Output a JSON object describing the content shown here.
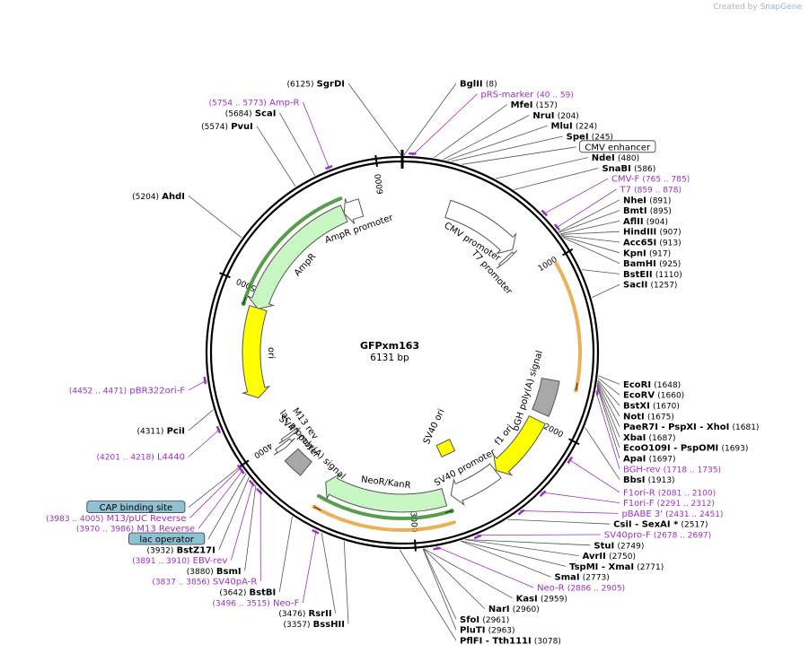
{
  "header": {
    "credit": "Created by",
    "brand": "SnapGene"
  },
  "plasmid": {
    "name": "GFPxm163",
    "length_label": "6131 bp",
    "length": 6131
  },
  "colors": {
    "primer": "#9b30c8",
    "enzyme": "#000000",
    "amp": "#c9f7c3",
    "ori": "#ffff00",
    "neo": "#c9f7c3",
    "fill_grey": "#a8a8a8",
    "orf_orange": "#e8a23c",
    "orf_green": "#3a8d2c",
    "box_blue": "#8fc1d3"
  },
  "ticks": [
    {
      "bp": 1000,
      "label": "1000"
    },
    {
      "bp": 2000,
      "label": "2000"
    },
    {
      "bp": 3000,
      "label": "3000"
    },
    {
      "bp": 4000,
      "label": "4000"
    },
    {
      "bp": 5000,
      "label": "5000"
    },
    {
      "bp": 6000,
      "label": "6000"
    }
  ],
  "features": [
    {
      "name": "AmpR promoter",
      "label": "AmpR promoter",
      "start": 5745,
      "end": 5860,
      "dir": -1,
      "fill": "#ffffff",
      "ring": 0
    },
    {
      "name": "AmpR",
      "label": "AmpR",
      "start": 4885,
      "end": 5745,
      "dir": -1,
      "fill": "#c9f7c3",
      "ring": 0
    },
    {
      "name": "ori",
      "label": "ori",
      "start": 4300,
      "end": 4890,
      "dir": -1,
      "fill": "#ffff00",
      "ring": 0
    },
    {
      "name": "CMV promoter",
      "label": "CMV promoter",
      "start": 300,
      "end": 800,
      "dir": 1,
      "fill": "#ffffff",
      "ring": 0
    },
    {
      "name": "T7 promoter",
      "label": "T7 promoter",
      "start": 810,
      "end": 830,
      "dir": 1,
      "fill": "#ffffff",
      "ring": 1
    },
    {
      "name": "bGH poly(A) signal",
      "label": "bGH poly(A) signal",
      "start": 1710,
      "end": 1935,
      "dir": 0,
      "fill": "#a8a8a8",
      "ring": 0
    },
    {
      "name": "f1 ori",
      "label": "f1 ori",
      "start": 1985,
      "end": 2410,
      "dir": 1,
      "fill": "#ffff00",
      "ring": 0
    },
    {
      "name": "SV40 promoter",
      "label": "SV40 promoter",
      "start": 2415,
      "end": 2745,
      "dir": 1,
      "fill": "#ffffff",
      "ring": 0
    },
    {
      "name": "SV40 ori",
      "label": "SV40 ori",
      "start": 2590,
      "end": 2725,
      "dir": 0,
      "fill": "#ffff00",
      "ring": 3
    },
    {
      "name": "NeoR/KanR",
      "label": "NeoR/KanR",
      "start": 2790,
      "end": 3585,
      "dir": 1,
      "fill": "#c9f7c3",
      "ring": 0
    },
    {
      "name": "SV40 poly(A) signal",
      "label": "SV40 poly(A) signal",
      "start": 3740,
      "end": 3870,
      "dir": 0,
      "fill": "#a8a8a8",
      "ring": 0
    },
    {
      "name": "lac promoter",
      "label": "lac promoter",
      "start": 3930,
      "end": 3960,
      "dir": -1,
      "fill": "#ffffff",
      "ring": 0
    },
    {
      "name": "M13 rev",
      "label": "M13 rev",
      "start": 3970,
      "end": 3990,
      "dir": -1,
      "fill": "#ffffff",
      "ring": 1
    }
  ],
  "orfs": [
    {
      "start": 1020,
      "end": 1740,
      "dir": 1,
      "color": "#e8a23c"
    },
    {
      "start": 2775,
      "end": 3570,
      "dir": 1,
      "color": "#e8a23c"
    },
    {
      "start": 5760,
      "end": 4890,
      "dir": -1,
      "color": "#3a8d2c"
    },
    {
      "start": 3580,
      "end": 2770,
      "dir": -1,
      "color": "#3a8d2c"
    }
  ],
  "labels": [
    {
      "name": "BglII",
      "pos": "(8)",
      "bp": 8,
      "type": "enzyme"
    },
    {
      "name": "SgrDI",
      "pos": "(6125)",
      "bp": 6125,
      "type": "enzyme"
    },
    {
      "name": "pRS-marker",
      "pos": "(40 .. 59)",
      "bp": 50,
      "type": "primer"
    },
    {
      "name": "MfeI",
      "pos": "(157)",
      "bp": 157,
      "type": "enzyme"
    },
    {
      "name": "NruI",
      "pos": "(204)",
      "bp": 204,
      "type": "enzyme"
    },
    {
      "name": "MluI",
      "pos": "(224)",
      "bp": 224,
      "type": "enzyme"
    },
    {
      "name": "SpeI",
      "pos": "(245)",
      "bp": 245,
      "type": "enzyme"
    },
    {
      "name": "CMV enhancer",
      "pos": "",
      "bp": 300,
      "type": "box"
    },
    {
      "name": "NdeI",
      "pos": "(480)",
      "bp": 480,
      "type": "enzyme"
    },
    {
      "name": "SnaBI",
      "pos": "(586)",
      "bp": 586,
      "type": "enzyme"
    },
    {
      "name": "CMV-F",
      "pos": "(765 .. 785)",
      "bp": 775,
      "type": "primer"
    },
    {
      "name": "T7",
      "pos": "(859 .. 878)",
      "bp": 868,
      "type": "primer"
    },
    {
      "name": "NheI",
      "pos": "(891)",
      "bp": 891,
      "type": "enzyme"
    },
    {
      "name": "BmtI",
      "pos": "(895)",
      "bp": 895,
      "type": "enzyme"
    },
    {
      "name": "AflII",
      "pos": "(904)",
      "bp": 904,
      "type": "enzyme"
    },
    {
      "name": "HindIII",
      "pos": "(907)",
      "bp": 907,
      "type": "enzyme"
    },
    {
      "name": "Acc65I",
      "pos": "(913)",
      "bp": 913,
      "type": "enzyme"
    },
    {
      "name": "KpnI",
      "pos": "(917)",
      "bp": 917,
      "type": "enzyme"
    },
    {
      "name": "BamHI",
      "pos": "(925)",
      "bp": 925,
      "type": "enzyme"
    },
    {
      "name": "BstEII",
      "pos": "(1110)",
      "bp": 1110,
      "type": "enzyme"
    },
    {
      "name": "SacII",
      "pos": "(1257)",
      "bp": 1257,
      "type": "enzyme"
    },
    {
      "name": "EcoRI",
      "pos": "(1648)",
      "bp": 1648,
      "type": "enzyme"
    },
    {
      "name": "EcoRV",
      "pos": "(1660)",
      "bp": 1660,
      "type": "enzyme"
    },
    {
      "name": "BstXI",
      "pos": "(1670)",
      "bp": 1670,
      "type": "enzyme"
    },
    {
      "name": "NotI",
      "pos": "(1675)",
      "bp": 1675,
      "type": "enzyme"
    },
    {
      "name": "PaeR7I - PspXI - XhoI",
      "pos": "(1681)",
      "bp": 1681,
      "type": "enzyme"
    },
    {
      "name": "XbaI",
      "pos": "(1687)",
      "bp": 1687,
      "type": "enzyme"
    },
    {
      "name": "EcoO109I - PspOMI",
      "pos": "(1693)",
      "bp": 1693,
      "type": "enzyme"
    },
    {
      "name": "ApaI",
      "pos": "(1697)",
      "bp": 1697,
      "type": "enzyme"
    },
    {
      "name": "BGH-rev",
      "pos": "(1718 .. 1735)",
      "bp": 1726,
      "type": "primer"
    },
    {
      "name": "BbsI",
      "pos": "(1913)",
      "bp": 1913,
      "type": "enzyme"
    },
    {
      "name": "F1ori-R",
      "pos": "(2081 .. 2100)",
      "bp": 2090,
      "type": "primer"
    },
    {
      "name": "F1ori-F",
      "pos": "(2291 .. 2312)",
      "bp": 2301,
      "type": "primer"
    },
    {
      "name": "pBABE 3'",
      "pos": "(2431 .. 2451)",
      "bp": 2441,
      "type": "primer"
    },
    {
      "name": "CsiI - SexAI *",
      "pos": "(2517)",
      "bp": 2517,
      "type": "enzyme"
    },
    {
      "name": "SV40pro-F",
      "pos": "(2678 .. 2697)",
      "bp": 2687,
      "type": "primer"
    },
    {
      "name": "StuI",
      "pos": "(2749)",
      "bp": 2749,
      "type": "enzyme"
    },
    {
      "name": "AvrII",
      "pos": "(2750)",
      "bp": 2750,
      "type": "enzyme"
    },
    {
      "name": "TspMI - XmaI",
      "pos": "(2771)",
      "bp": 2771,
      "type": "enzyme"
    },
    {
      "name": "SmaI",
      "pos": "(2773)",
      "bp": 2773,
      "type": "enzyme"
    },
    {
      "name": "Neo-R",
      "pos": "(2886 .. 2905)",
      "bp": 2895,
      "type": "primer"
    },
    {
      "name": "KasI",
      "pos": "(2959)",
      "bp": 2959,
      "type": "enzyme"
    },
    {
      "name": "NarI",
      "pos": "(2960)",
      "bp": 2960,
      "type": "enzyme"
    },
    {
      "name": "SfoI",
      "pos": "(2961)",
      "bp": 2961,
      "type": "enzyme"
    },
    {
      "name": "PluTI",
      "pos": "(2963)",
      "bp": 2963,
      "type": "enzyme"
    },
    {
      "name": "PflFI - Tth111I",
      "pos": "(3078)",
      "bp": 3078,
      "type": "enzyme"
    },
    {
      "name": "BssHII",
      "pos": "(3357)",
      "bp": 3357,
      "type": "enzyme"
    },
    {
      "name": "RsrII",
      "pos": "(3476)",
      "bp": 3476,
      "type": "enzyme"
    },
    {
      "name": "Neo-F",
      "pos": "(3496 .. 3515)",
      "bp": 3505,
      "type": "primer"
    },
    {
      "name": "BstBI",
      "pos": "(3642)",
      "bp": 3642,
      "type": "enzyme"
    },
    {
      "name": "SV40pA-R",
      "pos": "(3837 .. 3856)",
      "bp": 3846,
      "type": "primer"
    },
    {
      "name": "BsmI",
      "pos": "(3880)",
      "bp": 3880,
      "type": "enzyme"
    },
    {
      "name": "EBV-rev",
      "pos": "(3891 .. 3910)",
      "bp": 3900,
      "type": "primer"
    },
    {
      "name": "BstZ17I",
      "pos": "(3932)",
      "bp": 3932,
      "type": "enzyme"
    },
    {
      "name": "M13 Reverse",
      "pos": "(3970 .. 3986)",
      "bp": 3978,
      "type": "primer"
    },
    {
      "name": "lac operator",
      "pos": "",
      "bp": 3955,
      "type": "box"
    },
    {
      "name": "M13/pUC Reverse",
      "pos": "(3983 .. 4005)",
      "bp": 3994,
      "type": "primer"
    },
    {
      "name": "CAP binding site",
      "pos": "",
      "bp": 4000,
      "type": "box"
    },
    {
      "name": "L4440",
      "pos": "(4201 .. 4218)",
      "bp": 4210,
      "type": "primer"
    },
    {
      "name": "PciI",
      "pos": "(4311)",
      "bp": 4311,
      "type": "enzyme"
    },
    {
      "name": "pBR322ori-F",
      "pos": "(4452 .. 4471)",
      "bp": 4461,
      "type": "primer"
    },
    {
      "name": "AhdI",
      "pos": "(5204)",
      "bp": 5204,
      "type": "enzyme"
    },
    {
      "name": "PvuI",
      "pos": "(5574)",
      "bp": 5574,
      "type": "enzyme"
    },
    {
      "name": "ScaI",
      "pos": "(5684)",
      "bp": 5684,
      "type": "enzyme"
    },
    {
      "name": "Amp-R",
      "pos": "(5754 .. 5773)",
      "bp": 5763,
      "type": "primer"
    }
  ]
}
